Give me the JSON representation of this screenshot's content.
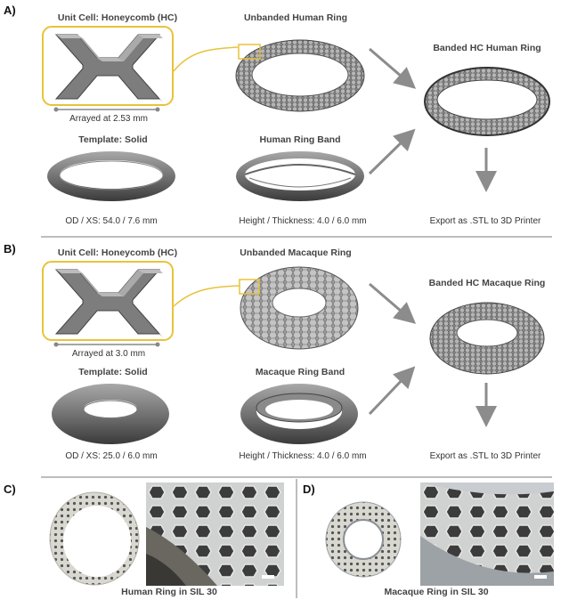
{
  "panels": {
    "a": {
      "label": "A)",
      "unit_cell_title": "Unit Cell: Honeycomb (HC)",
      "unbanded_title": "Unbanded Human Ring",
      "banded_title": "Banded HC Human Ring",
      "template_title": "Template: Solid",
      "band_title": "Human Ring Band",
      "arrayed_caption": "Arrayed at  2.53 mm",
      "od_caption": "OD / XS: 54.0 / 7.6 mm",
      "height_caption": "Height / Thickness: 4.0 / 6.0 mm",
      "export_caption": "Export as .STL to 3D Printer"
    },
    "b": {
      "label": "B)",
      "unit_cell_title": "Unit Cell: Honeycomb (HC)",
      "unbanded_title": "Unbanded Macaque Ring",
      "banded_title": "Banded HC Macaque Ring",
      "template_title": "Template: Solid",
      "band_title": "Macaque Ring Band",
      "arrayed_caption": "Arrayed at 3.0 mm",
      "od_caption": "OD / XS: 25.0 / 6.0 mm",
      "height_caption": "Height / Thickness: 4.0 / 6.0 mm",
      "export_caption": "Export as .STL to 3D Printer"
    },
    "c": {
      "label": "C)",
      "caption": "Human Ring in SIL 30"
    },
    "d": {
      "label": "D)",
      "caption": "Macaque Ring in SIL 30"
    }
  },
  "colors": {
    "highlight": "#e8c33a",
    "arrow": "#8c8c8c",
    "separator": "#bdbdbd"
  }
}
